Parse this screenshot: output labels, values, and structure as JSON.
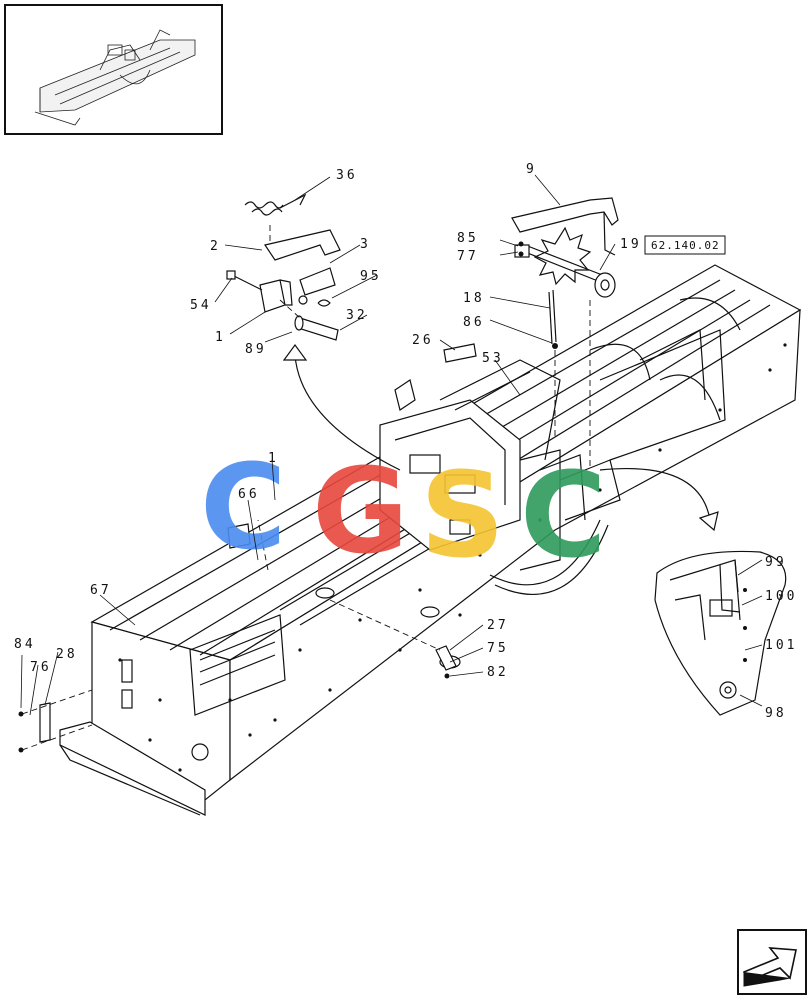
{
  "reference_box": "62.140.02",
  "callouts": {
    "c1": "1",
    "c2": "2",
    "c3": "3",
    "c9": "9",
    "c18": "18",
    "c19": "19",
    "c26": "26",
    "c27": "27",
    "c28": "28",
    "c32": "32",
    "c36": "36",
    "c53": "53",
    "c54": "54",
    "c66": "66",
    "c67": "67",
    "c75": "75",
    "c76": "76",
    "c77": "77",
    "c82": "82",
    "c84": "84",
    "c85": "85",
    "c86": "86",
    "c89": "89",
    "c95": "95",
    "c98": "98",
    "c99": "99",
    "c100": "100",
    "c101": "101",
    "c1b": "1"
  },
  "watermark": {
    "letters": [
      "C",
      "G",
      "S",
      "C"
    ],
    "colors": [
      "#4a8cf0",
      "#e8483c",
      "#f5c430",
      "#2e9a5c"
    ]
  },
  "icons": {
    "thumbnail": "overview-thumbnail",
    "corner": "next-page-arrow-icon"
  }
}
